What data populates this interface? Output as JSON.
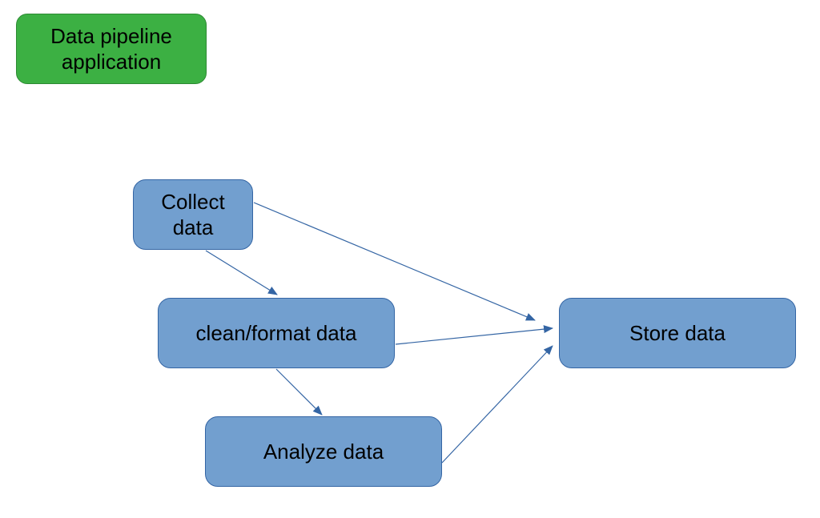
{
  "title_box": {
    "label": "Data pipeline application"
  },
  "nodes": {
    "collect": {
      "label": "Collect data"
    },
    "clean": {
      "label": "clean/format data"
    },
    "analyze": {
      "label": "Analyze data"
    },
    "store": {
      "label": "Store data"
    }
  },
  "edges": [
    {
      "from": "collect",
      "to": "clean"
    },
    {
      "from": "clean",
      "to": "analyze"
    },
    {
      "from": "collect",
      "to": "store"
    },
    {
      "from": "clean",
      "to": "store"
    },
    {
      "from": "analyze",
      "to": "store"
    }
  ],
  "colors": {
    "title_fill": "#3cb043",
    "node_fill": "#729fcf",
    "edge": "#3465a4"
  }
}
